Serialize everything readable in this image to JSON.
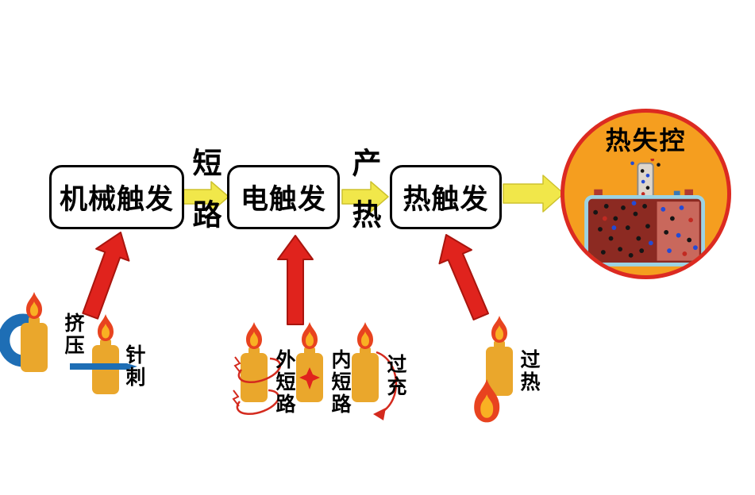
{
  "diagram": {
    "stages": [
      {
        "id": "mechanical",
        "label": "机械触发"
      },
      {
        "id": "electrical",
        "label": "电触发"
      },
      {
        "id": "thermal",
        "label": "热触发"
      }
    ],
    "connectors": [
      {
        "label": "短路"
      },
      {
        "label": "产热"
      }
    ],
    "result": {
      "label": "热失控"
    },
    "triggers": {
      "mechanical": [
        {
          "label": "挤压"
        },
        {
          "label": "针刺"
        }
      ],
      "electrical": [
        {
          "label": "外短路"
        },
        {
          "label": "内短路"
        },
        {
          "label": "过充"
        }
      ],
      "thermal": [
        {
          "label": "过热"
        }
      ]
    }
  },
  "colors": {
    "box_border": "#000000",
    "yellow_arrow": "#f1e74a",
    "red_arrow": "#e0231d",
    "battery_body": "#eaa72c",
    "flame_outer": "#e8431f",
    "flame_inner": "#f9b023",
    "circle_fill": "#f59e1f",
    "circle_border": "#dc2a21",
    "accessory_blue": "#1e6eb5"
  }
}
